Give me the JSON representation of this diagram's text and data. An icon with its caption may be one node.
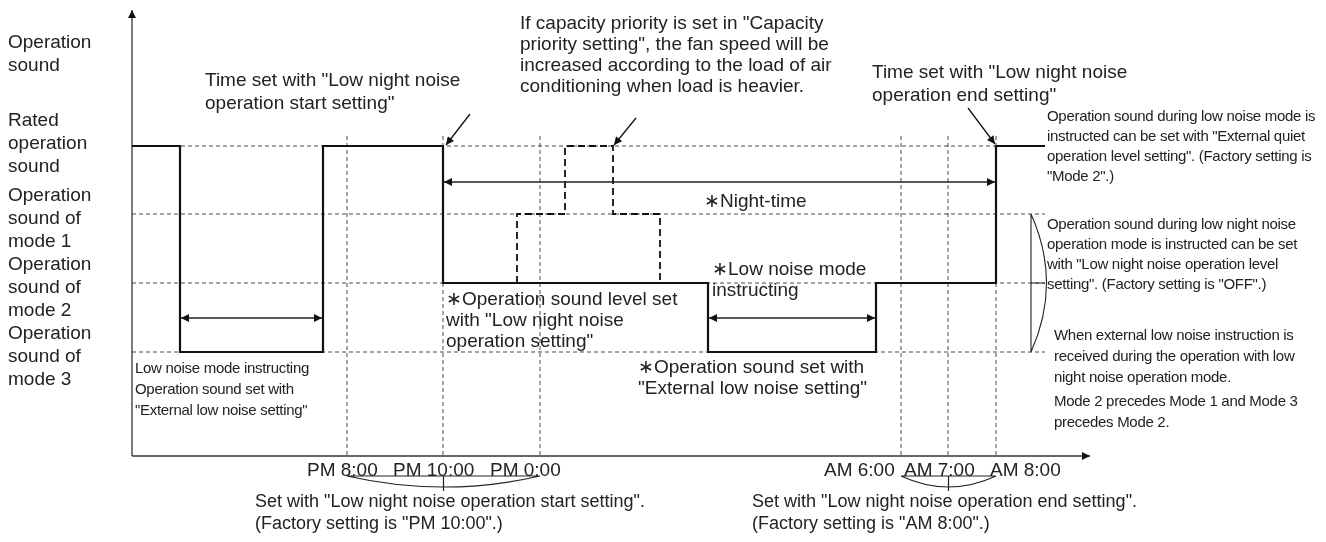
{
  "diagram": {
    "nodes": [
      {
        "text": [
          "Time set with \"Low night noise operation start setting\""
        ]
      },
      {
        "text": [
          "If capacity priority is set in \"Capacity priority setting\", the fan speed will be increased according to the load of air conditioning when load is heavier."
        ]
      },
      {
        "text": [
          "Time set with \"Low night noise operation end setting\""
        ]
      }
    ],
    "edges": [
      {
        "from": 0,
        "to": null,
        "arrow": "to"
      },
      {
        "from": 1,
        "to": null,
        "arrow": "to"
      },
      {
        "from": 2,
        "to": null,
        "arrow": "to"
      }
    ],
    "labels": [
      "Operation sound",
      "Rated operation sound",
      "Operation sound of mode 1",
      "Operation sound of mode 2",
      "Operation sound of mode 3",
      "∗Night-time",
      "Operation sound during low noise mode is instructed can be set with \"External quiet operation level setting\". (Factory setting is \"Mode 2\".)",
      "∗Low noise mode instructing",
      "∗Operation sound level set with \"Low night noise operation setting\"",
      "Operation sound during low night noise operation mode is instructed can be set with \"Low night noise operation level setting\". (Factory setting is \"OFF\".)",
      "Low noise mode instructing",
      "Operation sound set with \"External low noise setting\"",
      "∗Operation sound set with \"External low noise setting\"",
      "When external low noise instruction is received during the operation with low night noise operation mode.",
      "Mode 2 precedes Mode 1 and Mode 3 precedes Mode 2.",
      "PM 8:00",
      "PM 10:00",
      "PM 0:00",
      "AM 6:00",
      "AM 7:00",
      "AM 8:00",
      "Set with \"Low night noise operation start setting\". (Factory setting is \"PM 10:00\".)",
      "Set with \"Low night noise operation end setting\". (Factory setting is \"AM 8:00\".)"
    ]
  }
}
